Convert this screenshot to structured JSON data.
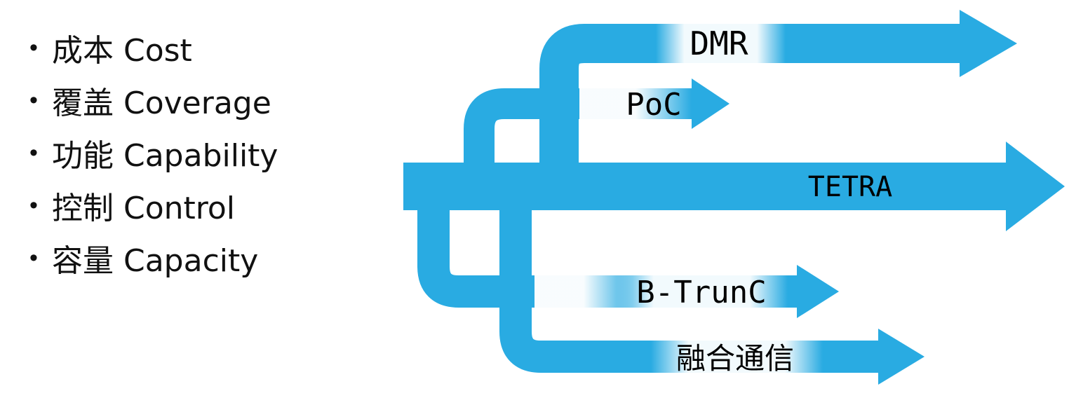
{
  "bullets": {
    "marker": "•",
    "items": [
      {
        "label": "成本 Cost"
      },
      {
        "label": "覆盖 Coverage"
      },
      {
        "label": "功能 Capability"
      },
      {
        "label": "控制 Control"
      },
      {
        "label": "容量 Capacity"
      }
    ]
  },
  "diagram": {
    "arrow_color": "#29abe2",
    "labels": {
      "dmr": "DMR",
      "poc": "PoC",
      "tetra": "TETRA",
      "b_trunc": "B-TrunC",
      "converged_comms": "融合通信"
    }
  }
}
